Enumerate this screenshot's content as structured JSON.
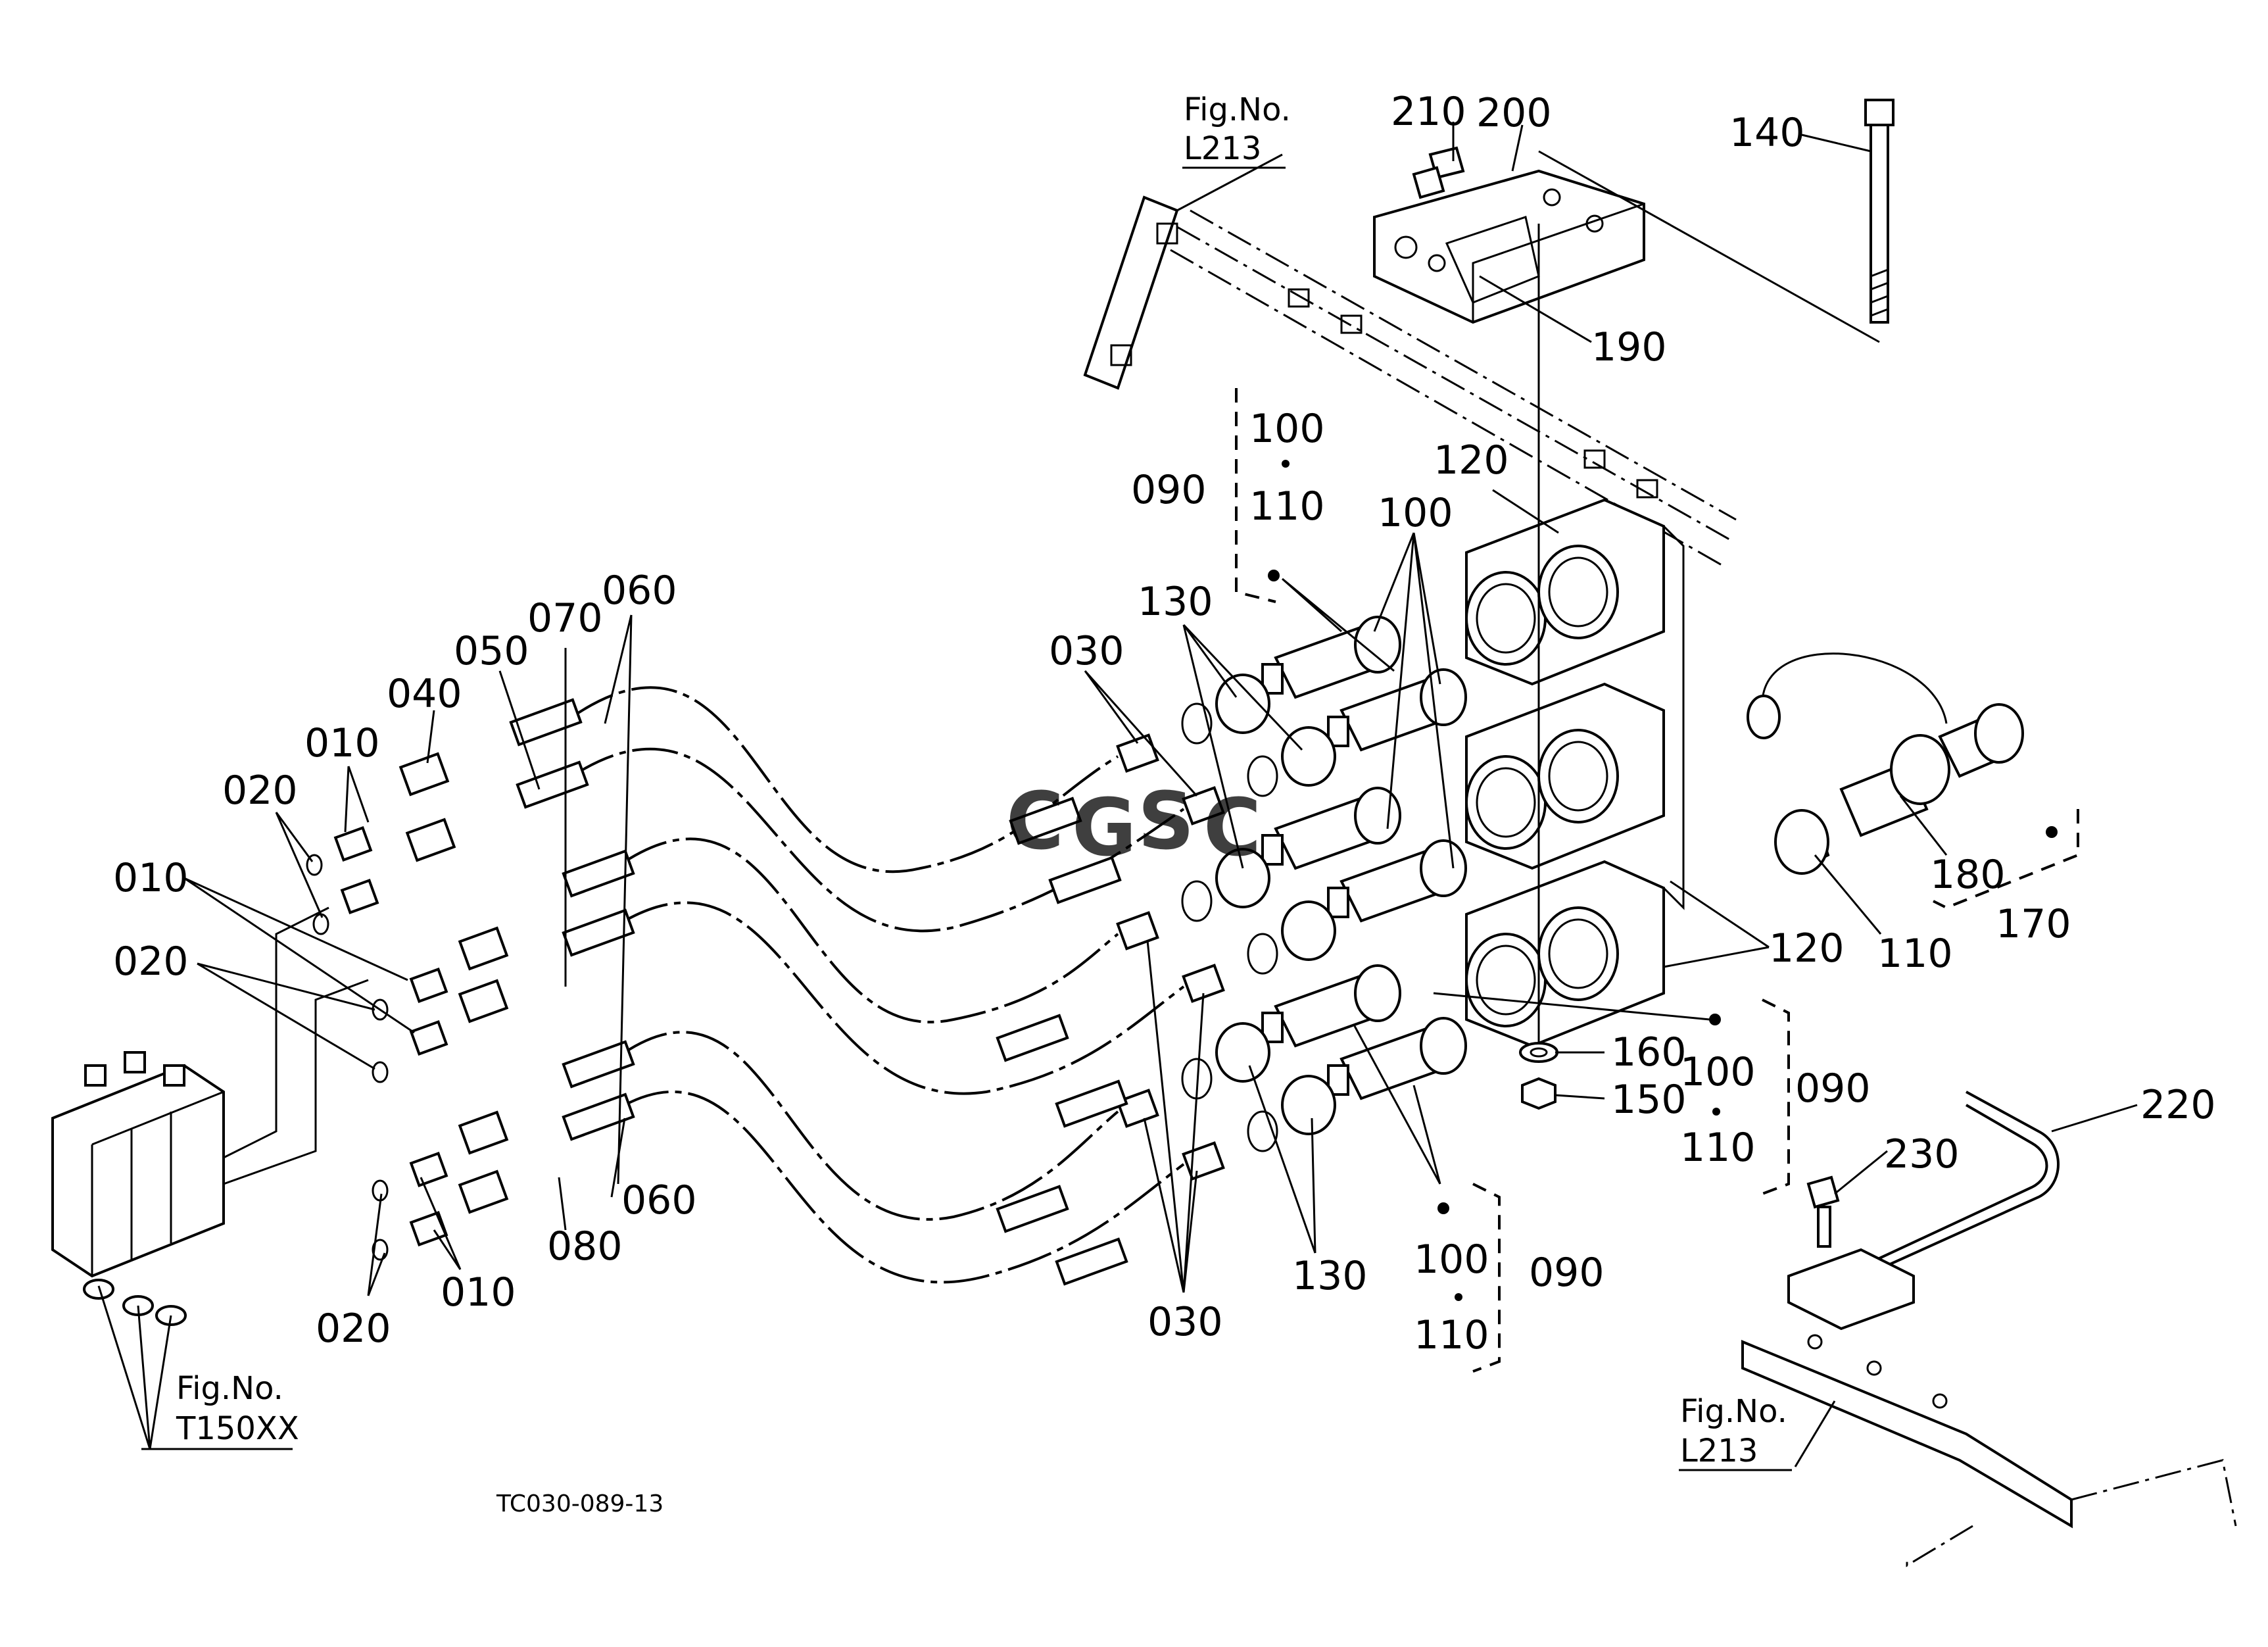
{
  "diagram_code": "TC030-089-13",
  "figure_refs": {
    "top_rail": {
      "line1": "Fig.No.",
      "line2": "L213"
    },
    "bottom_plate": {
      "line1": "Fig.No.",
      "line2": "L213"
    },
    "valve": {
      "line1": "Fig.No.",
      "line2": "T150XX"
    }
  },
  "callouts": {
    "c210": "210",
    "c200": "200",
    "c140": "140",
    "c190": "190",
    "c120a": "120",
    "c100a": "100",
    "c110a": "110",
    "c090a": "090",
    "c100b": "100",
    "c130a": "130",
    "c030a": "030",
    "c060a": "060",
    "c070": "070",
    "c050": "050",
    "c040": "040",
    "c010a": "010",
    "c020a": "020",
    "c010b": "010",
    "c020b": "020",
    "c180": "180",
    "c170": "170",
    "c120b": "120",
    "c110b": "110",
    "c160": "160",
    "c150": "150",
    "c100c": "100",
    "c110c": "110",
    "c090b": "090",
    "c220": "220",
    "c230": "230",
    "c060b": "060",
    "c080": "080",
    "c010c": "010",
    "c020c": "020",
    "c030b": "030",
    "c130b": "130",
    "c100d": "100",
    "c110d": "110",
    "c090c": "090"
  },
  "watermark": {
    "letters": [
      "C",
      "G",
      "S",
      "C"
    ],
    "colors": [
      "#4a86e8",
      "#e06666",
      "#f1c232",
      "#57bb8a"
    ]
  }
}
